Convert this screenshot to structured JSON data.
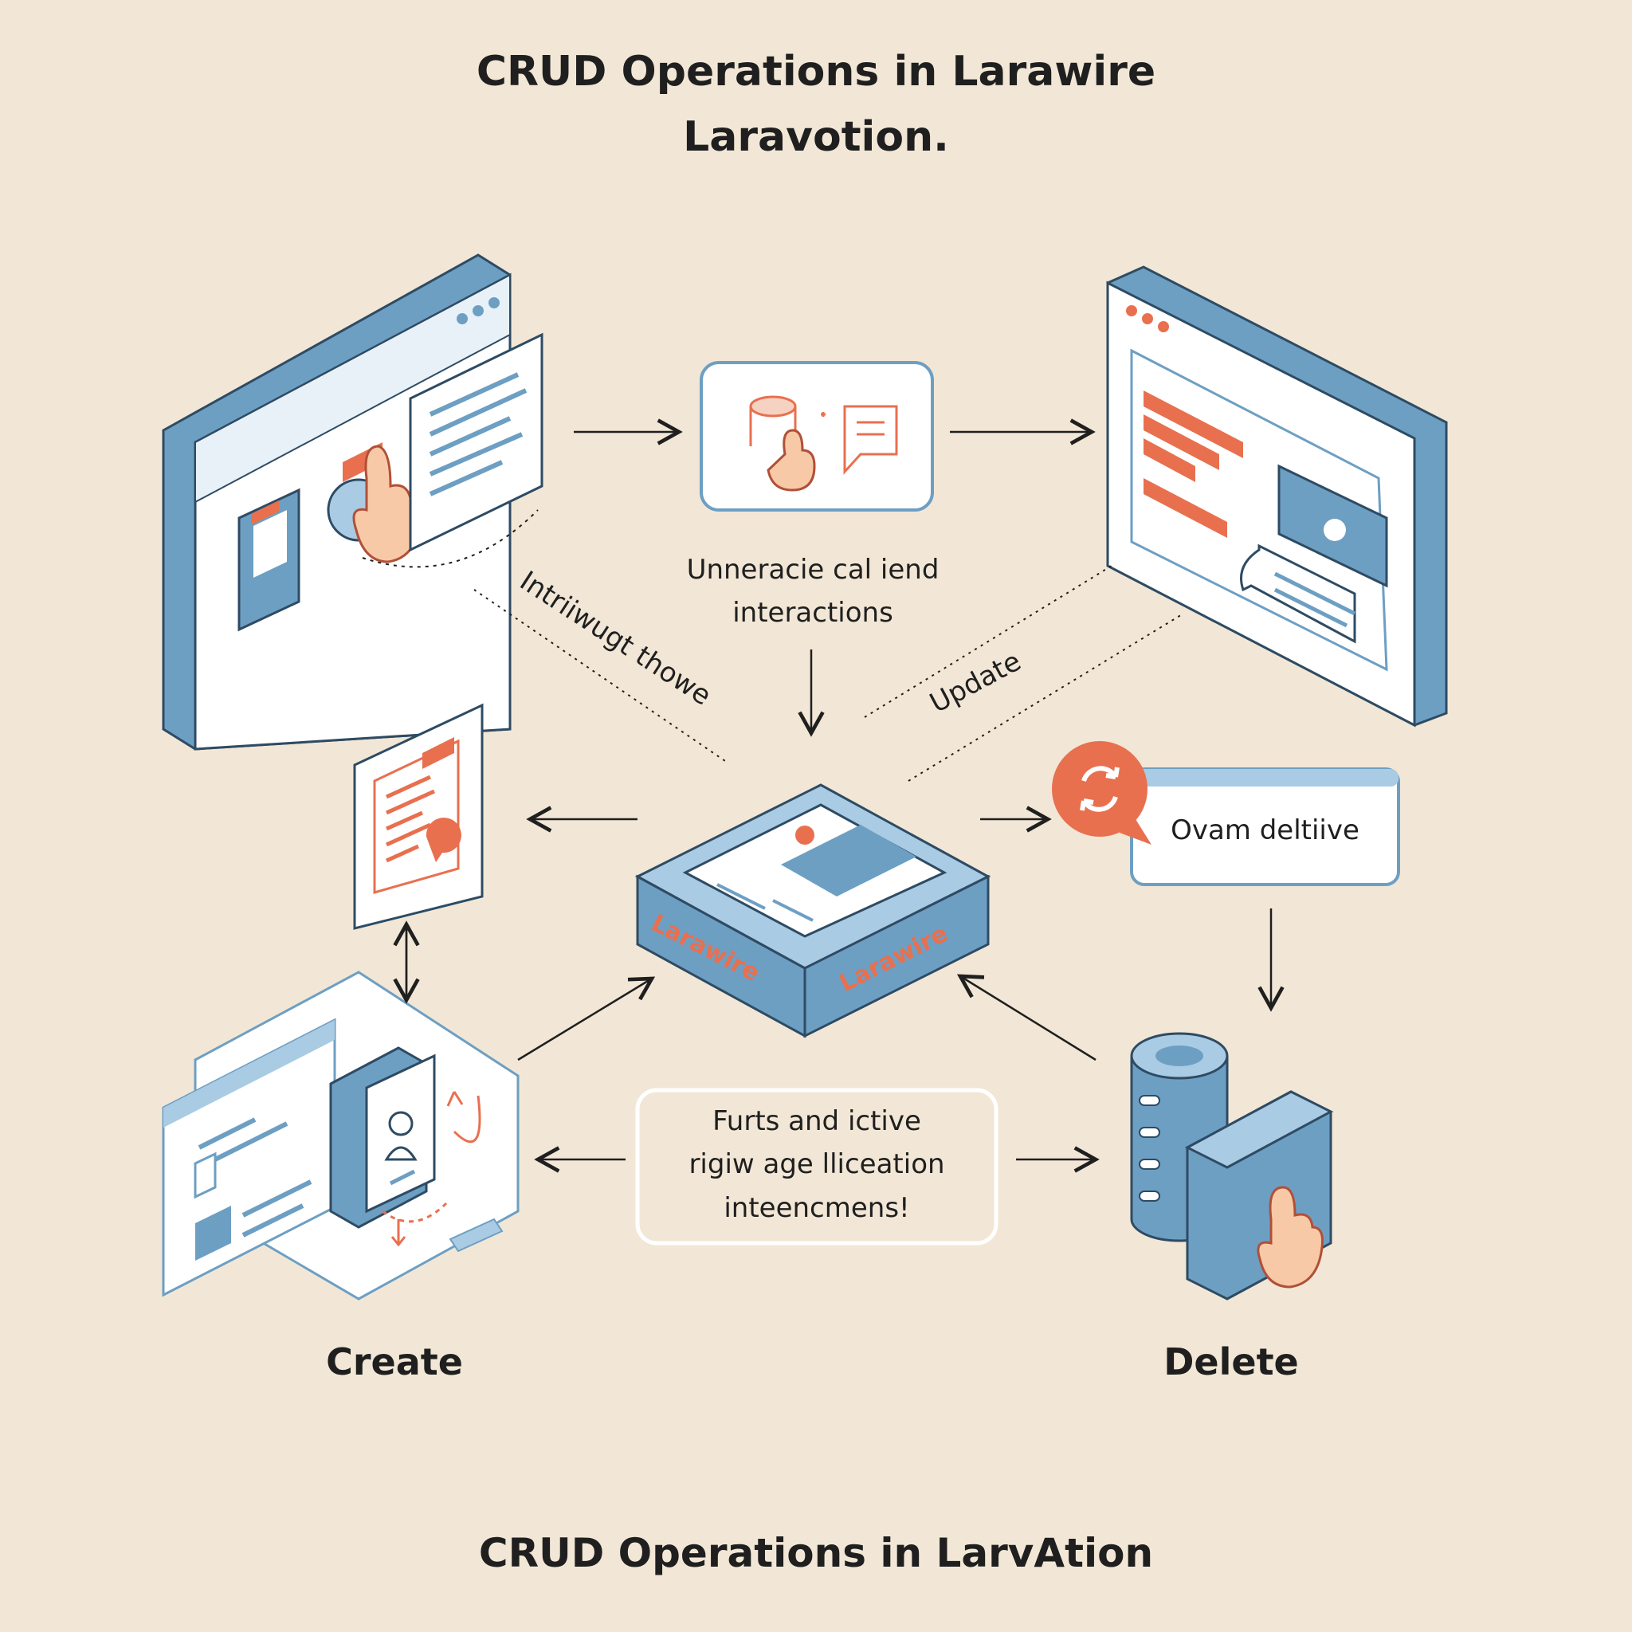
{
  "title_line1": "CRUD Operations in Larawire",
  "title_line2": "Laravotion.",
  "footer": "CRUD Operations in LarvAtion",
  "labels": {
    "center_top_line1": "Unneracie cal iend",
    "center_top_line2": "interactions",
    "left_diag": "Intriiwugt thowe",
    "right_diag": "Update",
    "hub_left": "Larawire",
    "hub_right": "Larawire",
    "delete_box": "Ovam deltiive",
    "bottom_line1": "Furts and ictive",
    "bottom_line2": "rigiw age lliceation",
    "bottom_line3": "inteencmens!",
    "create": "Create",
    "delete": "Delete"
  },
  "colors": {
    "background": "#f2e7d6",
    "blue": "#6d9fc3",
    "blue_light": "#a9cbe3",
    "orange": "#e8704f",
    "ink": "#1f1f1f",
    "panel": "#ffffff"
  }
}
